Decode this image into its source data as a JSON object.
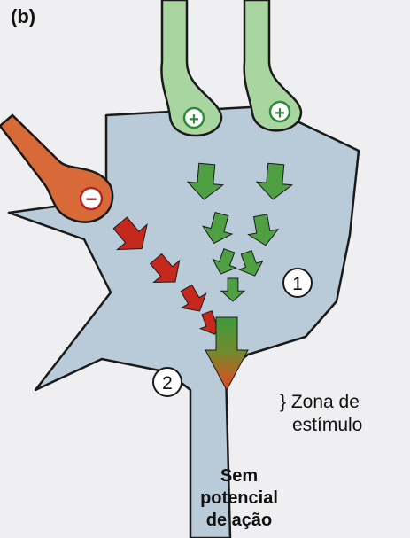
{
  "panel_label": "(b)",
  "labels": {
    "region_1": "1",
    "region_2": "2",
    "zone_line1": "} Zona de",
    "zone_line2": "estímulo",
    "result_line1": "Sem",
    "result_line2": "potencial",
    "result_line3": "de ação"
  },
  "synapses": {
    "excitatory_symbol": "+",
    "inhibitory_symbol": "−"
  },
  "colors": {
    "neuron_body": "#b9cbd9",
    "neuron_outline": "#1a1a1a",
    "excitatory_terminal": "#a9d5a0",
    "excitatory_marker": "#2e8b3a",
    "excitatory_arrow": "#4fa043",
    "inhibitory_terminal": "#d86a3a",
    "inhibitory_arrow": "#c6281e",
    "fused_arrow_start": "#3f9a3e",
    "fused_arrow_end": "#e8471f"
  }
}
